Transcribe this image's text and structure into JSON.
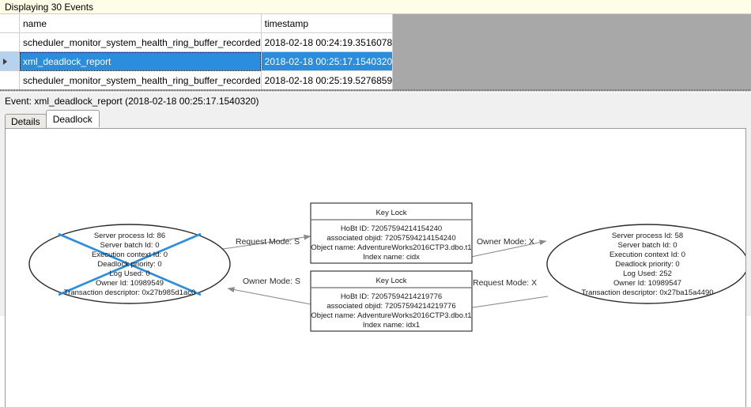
{
  "banner": {
    "label": "Displaying 30 Events"
  },
  "grid": {
    "columns": [
      "",
      "name",
      "timestamp"
    ],
    "header": {
      "indicator": "",
      "name": "name",
      "timestamp": "timestamp"
    },
    "rows": [
      {
        "indicator": "",
        "name": "scheduler_monitor_system_health_ring_buffer_recorded",
        "timestamp": "2018-02-18 00:24:19.3516078",
        "selected": false
      },
      {
        "indicator": "row-selector-arrow-icon",
        "name": "xml_deadlock_report",
        "timestamp": "2018-02-18 00:25:17.1540320",
        "selected": true
      },
      {
        "indicator": "",
        "name": "scheduler_monitor_system_health_ring_buffer_recorded",
        "timestamp": "2018-02-18 00:25:19.5276859",
        "selected": false
      }
    ],
    "selection_color": "#2a8ddd",
    "background_color": "#a8a8a8"
  },
  "event_pane": {
    "title": "Event: xml_deadlock_report (2018-02-18 00:25:17.1540320)",
    "tabs": [
      {
        "label": "Details",
        "active": false
      },
      {
        "label": "Deadlock",
        "active": true
      }
    ]
  },
  "deadlock_graph": {
    "victim_marker_color": "#2a8ddd",
    "processes": [
      {
        "id": "victim-process",
        "is_victim": true,
        "lines": [
          "Server process Id: 86",
          "Server batch Id: 0",
          "Execution context Id: 0",
          "Deadlock priority: 0",
          "Log Used: 0",
          "Owner Id: 10989549",
          "Transaction descriptor: 0x27b985d1ac0"
        ]
      },
      {
        "id": "surviving-process",
        "is_victim": false,
        "lines": [
          "Server process Id: 58",
          "Server batch Id: 0",
          "Execution context Id: 0",
          "Deadlock priority: 0",
          "Log Used: 252",
          "Owner Id: 10989547",
          "Transaction descriptor: 0x27ba15a4490"
        ]
      }
    ],
    "resources": [
      {
        "id": "key-lock-top",
        "title": "Key Lock",
        "lines": [
          "HoBt ID: 72057594214154240",
          "associated objid: 72057594214154240",
          "Object name: AdventureWorks2016CTP3.dbo.t1",
          "Index name: cidx"
        ]
      },
      {
        "id": "key-lock-bottom",
        "title": "Key Lock",
        "lines": [
          "HoBt ID: 72057594214219776",
          "associated objid: 72057594214219776",
          "Object name: AdventureWorks2016CTP3.dbo.t1",
          "Index name: idx1"
        ]
      }
    ],
    "edges": [
      {
        "id": "edge-victim-request-top",
        "label": "Request Mode: S"
      },
      {
        "id": "edge-top-owner-right",
        "label": "Owner Mode: X"
      },
      {
        "id": "edge-bottom-owner-victim",
        "label": "Owner Mode: S"
      },
      {
        "id": "edge-right-request-bottom",
        "label": "Request Mode: X"
      }
    ]
  }
}
